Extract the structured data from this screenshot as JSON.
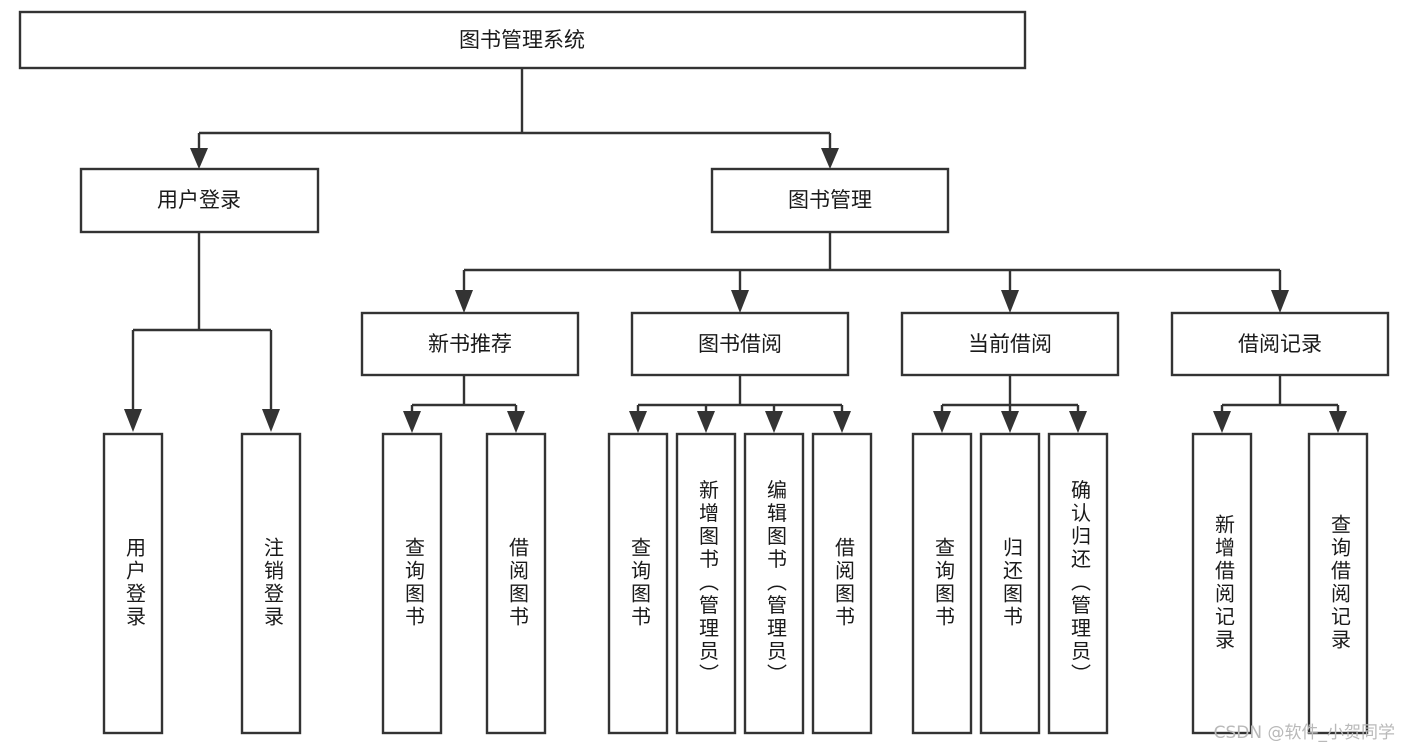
{
  "diagram": {
    "title": "图书管理系统",
    "type": "tree-hierarchy-chart",
    "watermark": "CSDN @软件_小贺同学",
    "colors": {
      "stroke": "#333333",
      "box_fill": "#ffffff",
      "text": "#1a1a1a",
      "background": "#ffffff",
      "watermark": "#b9b9b9"
    },
    "root": {
      "label": "图书管理系统",
      "orientation": "horizontal"
    },
    "level2": [
      {
        "id": "user-login",
        "label": "用户登录",
        "orientation": "horizontal"
      },
      {
        "id": "book-management",
        "label": "图书管理",
        "orientation": "horizontal"
      }
    ],
    "level3": [
      {
        "id": "new-book-recommend",
        "label": "新书推荐",
        "orientation": "horizontal",
        "parent": "book-management"
      },
      {
        "id": "book-borrow",
        "label": "图书借阅",
        "orientation": "horizontal",
        "parent": "book-management"
      },
      {
        "id": "current-borrow",
        "label": "当前借阅",
        "orientation": "horizontal",
        "parent": "book-management"
      },
      {
        "id": "borrow-record",
        "label": "借阅记录",
        "orientation": "horizontal",
        "parent": "book-management"
      }
    ],
    "leaves": {
      "user-login": [
        {
          "id": "leaf-user-login",
          "label": "用户登录"
        },
        {
          "id": "leaf-logout-login",
          "label": "注销登录"
        }
      ],
      "new-book-recommend": [
        {
          "id": "leaf-query-book-1",
          "label": "查询图书"
        },
        {
          "id": "leaf-borrow-book-1",
          "label": "借阅图书"
        }
      ],
      "book-borrow": [
        {
          "id": "leaf-query-book-2",
          "label": "查询图书"
        },
        {
          "id": "leaf-add-book",
          "label": "新增图书（管理员）"
        },
        {
          "id": "leaf-edit-book",
          "label": "编辑图书（管理员）"
        },
        {
          "id": "leaf-borrow-book-2",
          "label": "借阅图书"
        }
      ],
      "current-borrow": [
        {
          "id": "leaf-query-book-3",
          "label": "查询图书"
        },
        {
          "id": "leaf-return-book",
          "label": "归还图书"
        },
        {
          "id": "leaf-confirm-return",
          "label": "确认归还（管理员）"
        }
      ],
      "borrow-record": [
        {
          "id": "leaf-add-record",
          "label": "新增借阅记录"
        },
        {
          "id": "leaf-query-record",
          "label": "查询借阅记录"
        }
      ]
    }
  }
}
